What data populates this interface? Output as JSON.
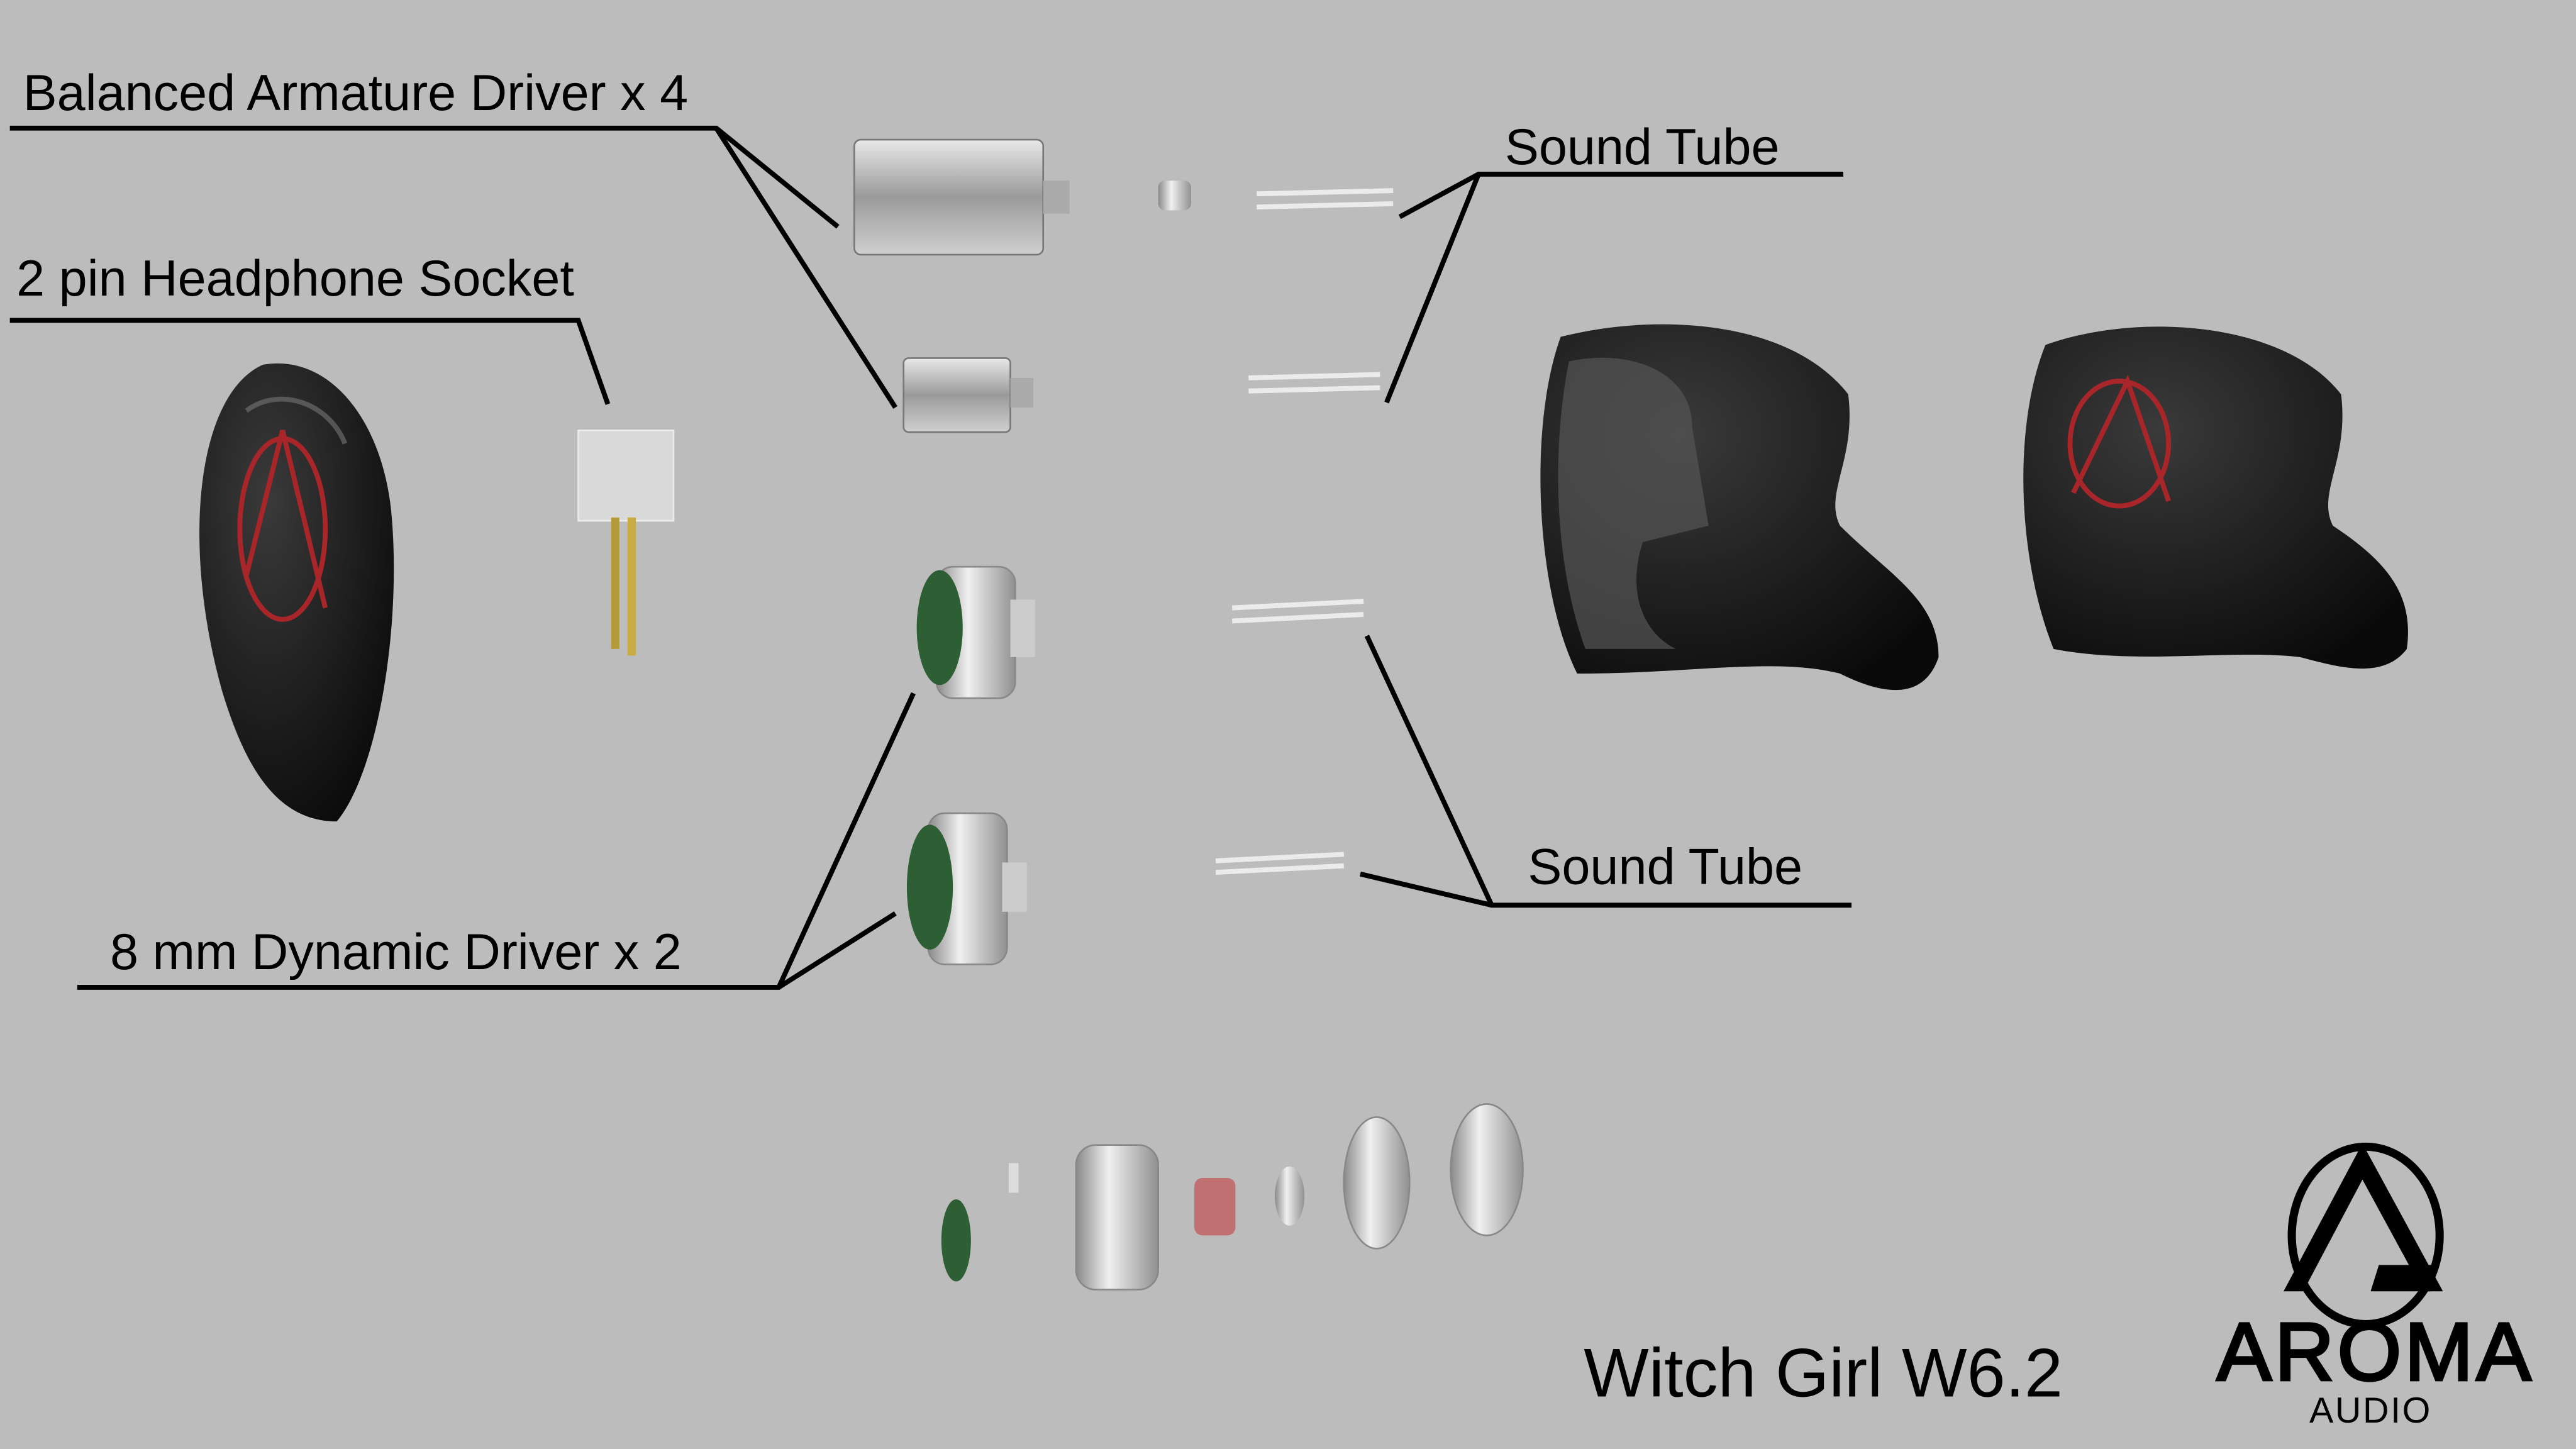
{
  "labels": {
    "ba_driver": "Balanced Armature Driver x 4",
    "socket": "2 pin Headphone Socket",
    "sound_tube_top": "Sound Tube",
    "sound_tube_bottom": "Sound Tube",
    "dynamic_driver": "8 mm Dynamic Driver x 2"
  },
  "product_name": "Witch Girl W6.2",
  "logo": {
    "brand": "AROMA",
    "sub": "AUDIO"
  },
  "colors": {
    "background": "#bcbcbc",
    "shell": "#111111",
    "accent_red": "#a8262a",
    "driver_green": "#2e5e34"
  }
}
